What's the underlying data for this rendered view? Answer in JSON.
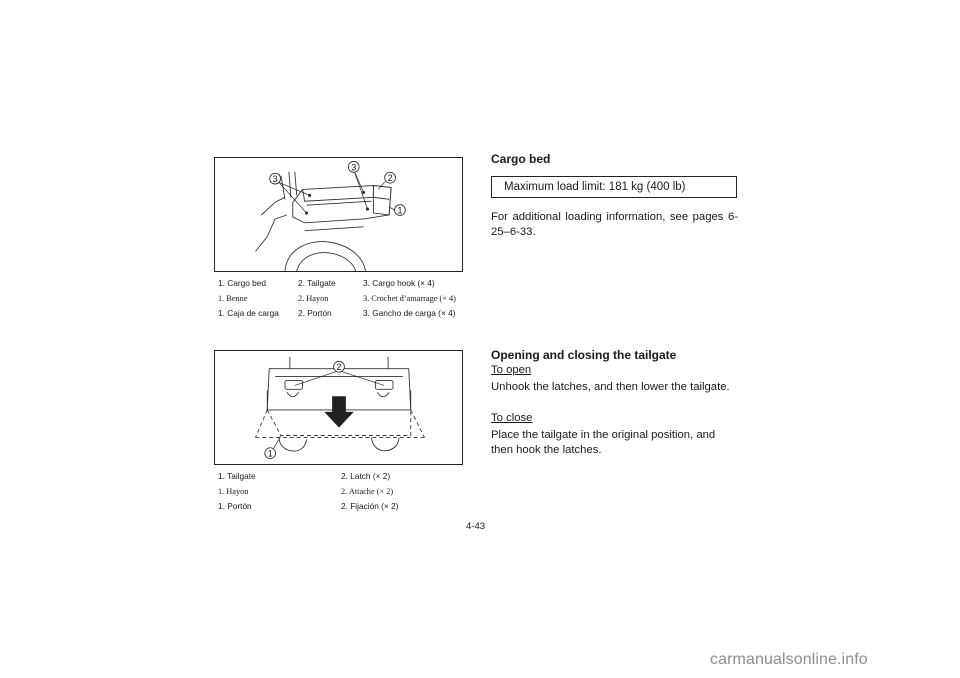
{
  "figure1": {
    "callouts": [
      "3",
      "3",
      "2",
      "1"
    ],
    "caption": {
      "en": [
        "1. Cargo bed",
        "2. Tailgate",
        "3. Cargo hook (× 4)"
      ],
      "fr": [
        "1. Benne",
        "2. Hayon",
        "3. Crochet d’amarrage (× 4)"
      ],
      "es": [
        "1. Caja de carga",
        "2. Portón",
        "3. Gancho de carga (× 4)"
      ]
    }
  },
  "figure2": {
    "callouts": [
      "2",
      "1"
    ],
    "caption": {
      "en": [
        "1. Tailgate",
        "2. Latch (× 2)"
      ],
      "fr": [
        "1. Hayon",
        "2. Attache (× 2)"
      ],
      "es": [
        "1. Portón",
        "2. Fijación (× 2)"
      ]
    }
  },
  "section1": {
    "heading": "Cargo bed",
    "notice": "Maximum load limit: 181 kg (400 lb)",
    "paragraph": "For additional loading information, see pages 6-25–6-33."
  },
  "section2": {
    "heading": "Opening and closing the tailgate",
    "open_title": "To open",
    "open_text": "Unhook the latches, and then lower the tailgate.",
    "close_title": "To close",
    "close_text": "Place the tailgate in the original position, and then hook the latches."
  },
  "page_number": "4-43",
  "watermark": "carmanualsonline.info"
}
